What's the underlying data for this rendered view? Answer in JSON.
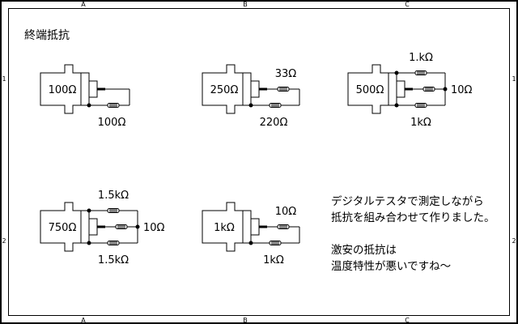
{
  "title": "終端抵抗",
  "frame": {
    "columns": [
      "A",
      "B",
      "C"
    ],
    "rows": [
      "1",
      "2"
    ]
  },
  "circuits": [
    {
      "id": "c100",
      "type": "series1",
      "label": "100Ω",
      "resistors": {
        "bottom": "100Ω"
      }
    },
    {
      "id": "c250",
      "type": "series2",
      "label": "250Ω",
      "resistors": {
        "top": "33Ω",
        "bottom": "220Ω"
      }
    },
    {
      "id": "c500",
      "type": "tee",
      "label": "500Ω",
      "resistors": {
        "top": "1.kΩ",
        "middle": "10Ω",
        "bottom": "1kΩ"
      }
    },
    {
      "id": "c750",
      "type": "tee",
      "label": "750Ω",
      "resistors": {
        "top": "1.5kΩ",
        "middle": "10Ω",
        "bottom": "1.5kΩ"
      }
    },
    {
      "id": "c1k",
      "type": "series2",
      "label": "1kΩ",
      "resistors": {
        "top": "10Ω",
        "bottom": "1kΩ"
      }
    }
  ],
  "note": {
    "lines": [
      "デジタルテスタで測定しながら",
      "抵抗を組み合わせて作りました。",
      "",
      "激安の抵抗は",
      "温度特性が悪いですね～"
    ]
  }
}
